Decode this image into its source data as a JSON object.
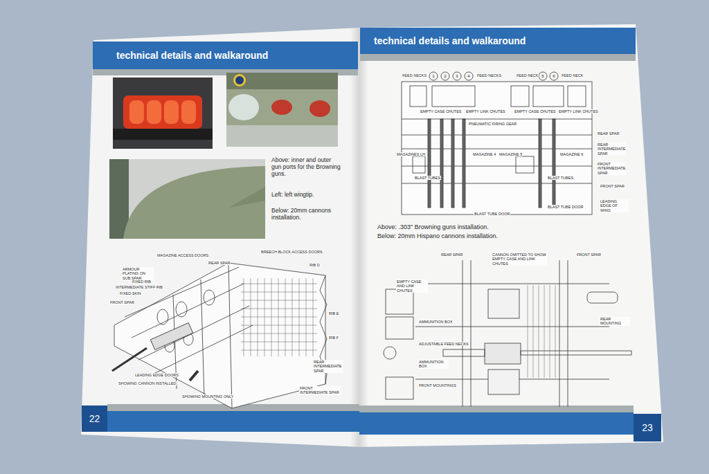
{
  "diagram": {
    "nodes": [
      {
        "text": [
          "technical details and walkaround"
        ]
      },
      {
        "text": [
          "technical details and walkaround"
        ]
      },
      {
        "text": [
          "22"
        ]
      },
      {
        "text": [
          "23"
        ]
      }
    ],
    "labels": [
      "Above: inner and outer gun ports for the Browning guns.",
      "Left: left wingtip.",
      "Below: 20mm cannons installation.",
      "MAGAZINE ACCESS DOORS",
      "REAR SPAR",
      "BREECH BLOCK ACCESS DOORS",
      "ARMOUR PLATING ON SUB SPAR",
      "FIXED RIB",
      "INTERMEDIATE STIFF RIB",
      "FIXED SKIN",
      "FRONT SPAR",
      "RIB D",
      "RIB E",
      "RIB F",
      "LEADING EDGE DOORS",
      "SHOWING CANNON INSTALLED",
      "SHOWING MOUNTING ONLY",
      "REAR INTERMEDIATE SPAR",
      "FRONT INTERMEDIATE SPAR",
      "FEED NECKS",
      "1",
      "2",
      "3",
      "4",
      "FEED NECKS",
      "FEED NECK",
      "5",
      "6",
      "FEED NECK",
      "EMPTY CASE CHUTES",
      "EMPTY LINK CHUTES",
      "EMPTY CASE CHUTES",
      "EMPTY LINK CHUTES",
      "PNEUMATIC FIRING GEAR",
      "REAR SPAR",
      "REAR INTERMEDIATE SPAR",
      "MAGAZINES LH",
      "MAGAZINE 4",
      "MAGAZINE 5",
      "MAGAZINE 6",
      "FRONT INTERMEDIATE SPAR",
      "BLAST TUBES",
      "BLAST TUBES",
      "FRONT SPAR",
      "BLAST TUBE DOOR",
      "BLAST TUBE DOOR",
      "LEADING EDGE OF WING",
      "Above: .303\" Browning guns installation.",
      "Below: 20mm Hispano cannons installation.",
      "REAR SPAR",
      "CANNON OMITTED TO SHOW EMPTY CASE AND LINK CHUTES",
      "FRONT SPAR",
      "EMPTY CASE AND LINK CHUTES",
      "AMMUNITION BOX",
      "REAR MOUNTING",
      "ADJUSTABLE FEED NECKS",
      "AMMUNITION BOX",
      "FRONT MOUNTINGS"
    ]
  }
}
